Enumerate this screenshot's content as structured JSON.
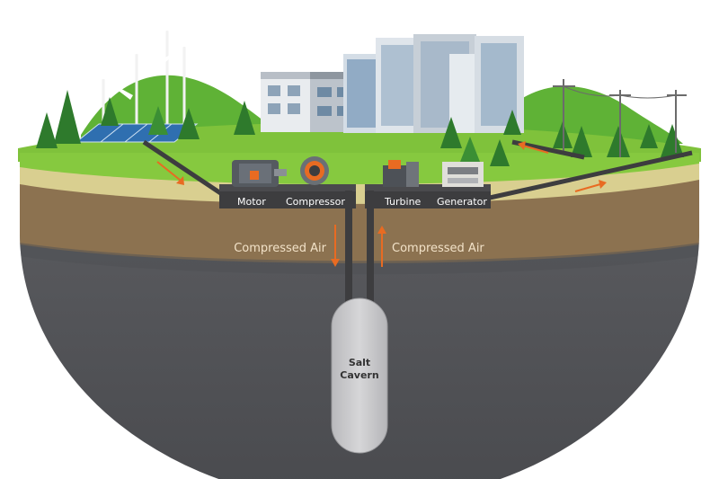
{
  "labels": {
    "motor": "Motor",
    "compressor": "Compressor",
    "turbine": "Turbine",
    "generator": "Generator",
    "compressed_air_in": "Compressed Air",
    "compressed_air_out": "Compressed Air",
    "cavern_line1": "Salt",
    "cavern_line2": "Cavern"
  },
  "colors": {
    "sky_hill": "#6fbf3e",
    "grass": "#86c93f",
    "soil_top": "#d9cf90",
    "soil": "#8c7250",
    "rock": "#56575b",
    "pipe": "#3d3d3f",
    "cavern": "#c9c9cb",
    "arrow": "#e86b22",
    "label_light": "#f2e2c8"
  },
  "icons": [
    "wind-turbine-icon",
    "solar-panel-icon",
    "tree-icon",
    "building-icon",
    "power-pole-icon",
    "motor-icon",
    "compressor-icon",
    "turbine-icon",
    "generator-icon"
  ]
}
